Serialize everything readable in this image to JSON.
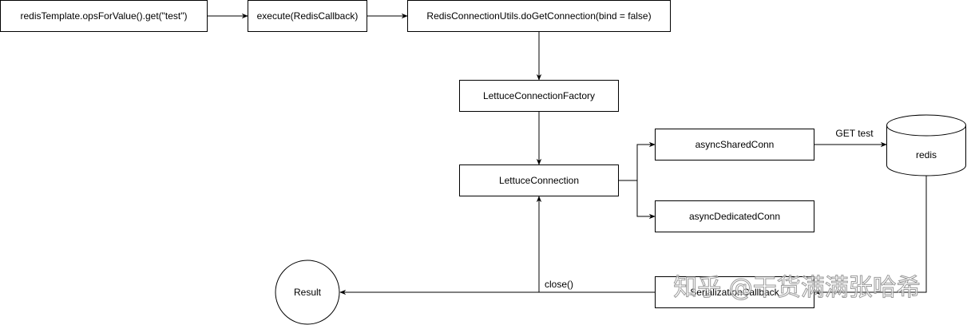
{
  "nodes": {
    "redis_template": "redisTemplate.opsForValue().get(\"test\")",
    "execute": "execute(RedisCallback)",
    "do_get_connection": "RedisConnectionUtils.doGetConnection(bind = false)",
    "factory": "LettuceConnectionFactory",
    "connection": "LettuceConnection",
    "async_shared": "asyncSharedConn",
    "async_dedicated": "asyncDedicatedConn",
    "redis": "redis",
    "serialization": "SerializationCallback",
    "result": "Result"
  },
  "edge_labels": {
    "get_test": "GET test",
    "close": "close()"
  },
  "watermark": "知乎 @干货满满张哈希",
  "colors": {
    "stroke": "#000000",
    "background": "#ffffff",
    "watermark_outline": "#9a9a9a"
  }
}
